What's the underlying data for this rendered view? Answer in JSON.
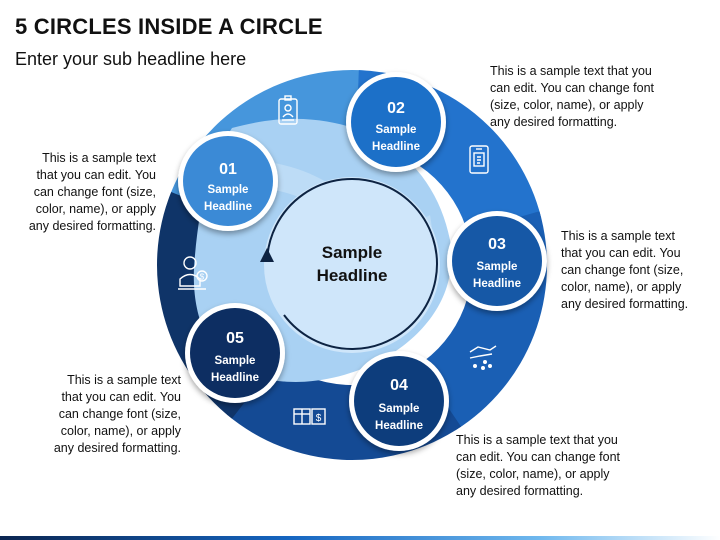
{
  "title": "5 CIRCLES INSIDE A CIRCLE",
  "subtitle": "Enter your sub headline here",
  "center": {
    "line1": "Sample",
    "line2": "Headline"
  },
  "steps": [
    {
      "number": "01",
      "line1": "Sample",
      "line2": "Headline",
      "icon": "id-badge-icon",
      "color": "#3b8ad6"
    },
    {
      "number": "02",
      "line1": "Sample",
      "line2": "Headline",
      "icon": "mobile-document-icon",
      "color": "#1f6fc8"
    },
    {
      "number": "03",
      "line1": "Sample",
      "line2": "Headline",
      "icon": "hand-coins-icon",
      "color": "#1559a6"
    },
    {
      "number": "04",
      "line1": "Sample",
      "line2": "Headline",
      "icon": "gift-dollar-icon",
      "color": "#0f3e7c"
    },
    {
      "number": "05",
      "line1": "Sample",
      "line2": "Headline",
      "icon": "person-dollar-icon",
      "color": "#0b2f62"
    }
  ],
  "descriptions": [
    [
      "This is a sample text",
      "that you can edit. You",
      "can change font (size,",
      "color, name), or apply",
      "any desired formatting."
    ],
    [
      "This is a sample text that you",
      "can edit. You can change font",
      "(size, color, name), or apply",
      "any desired formatting."
    ],
    [
      "This is a sample text",
      "that you can edit. You",
      "can change font (size,",
      "color, name), or apply",
      "any desired formatting."
    ],
    [
      "This is a sample text that you",
      "can edit. You can change font",
      "(size, color, name), or apply",
      "any desired formatting."
    ],
    [
      "This is a sample text",
      "that you can edit. You",
      "can change font (size,",
      "color, name), or apply",
      "any desired formatting."
    ]
  ],
  "colors": {
    "segment_1": "#4696dc",
    "segment_2": "#2373cd",
    "segment_3": "#1a5fb4",
    "segment_4": "#144a94",
    "segment_5": "#0f3468",
    "center_fill": "#cfe6fa",
    "flow_fill": "#a9d1f3"
  }
}
